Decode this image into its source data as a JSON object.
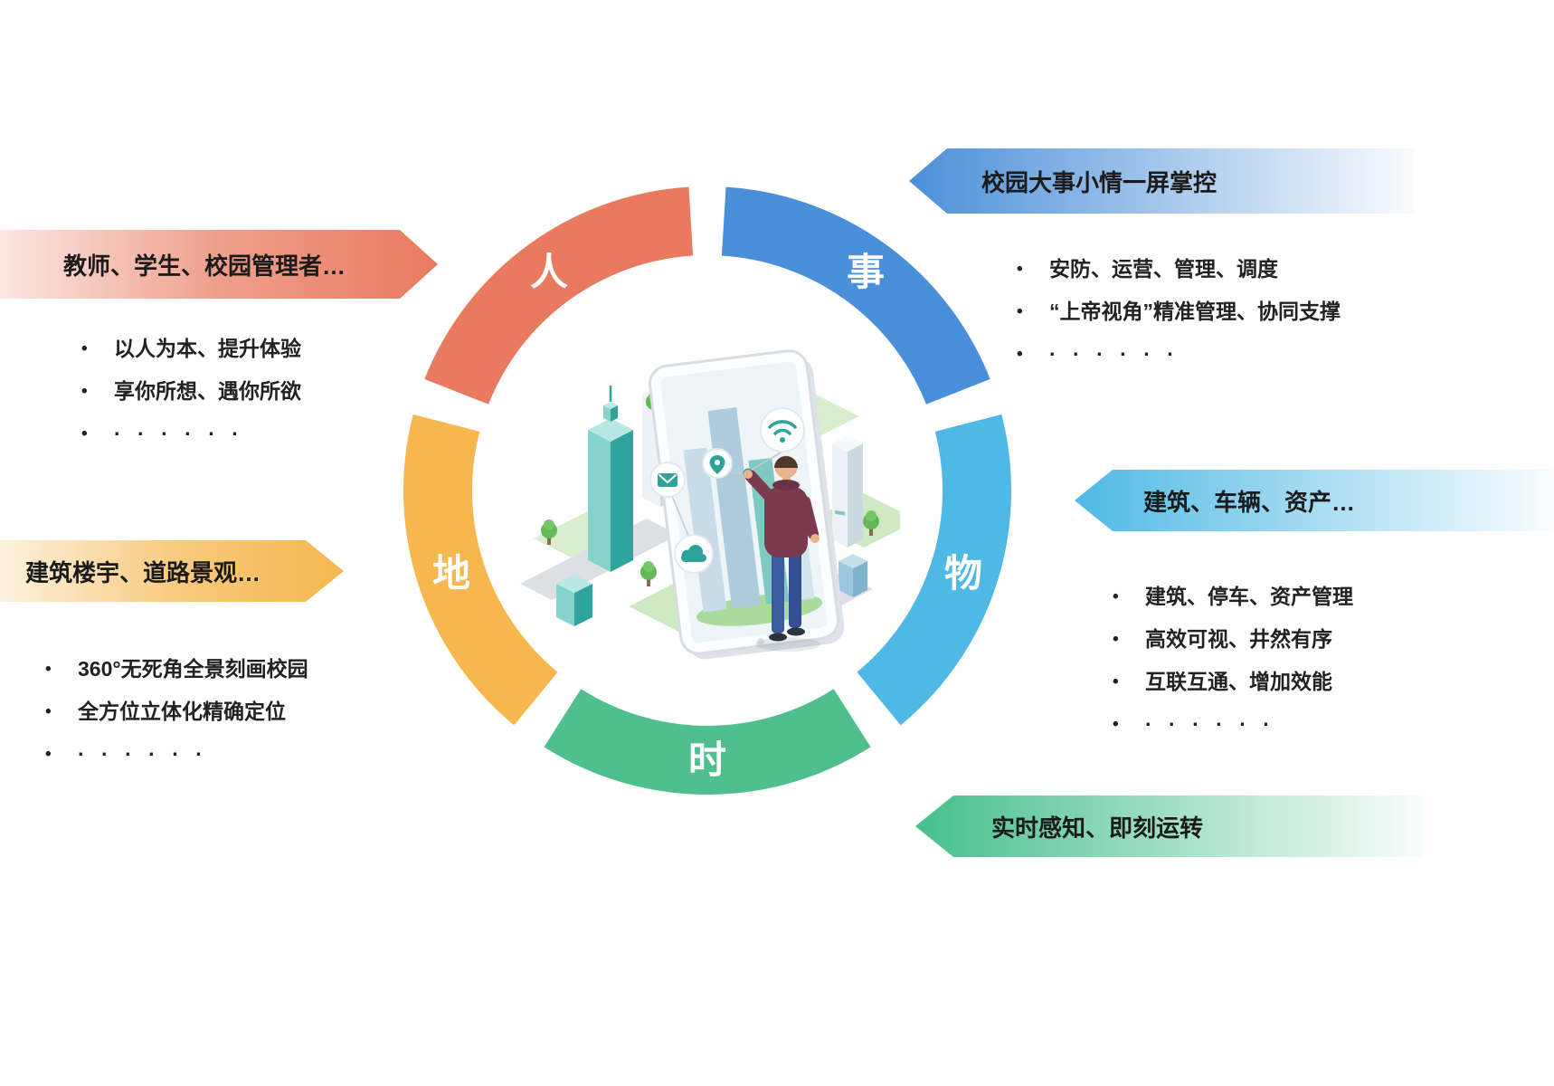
{
  "ring": {
    "segments": [
      {
        "id": "people",
        "label": "人",
        "color": "#E97A5F"
      },
      {
        "id": "affairs",
        "label": "事",
        "color": "#4A8FD9"
      },
      {
        "id": "objects",
        "label": "物",
        "color": "#4FB9E5"
      },
      {
        "id": "time",
        "label": "时",
        "color": "#4FC08D"
      },
      {
        "id": "place",
        "label": "地",
        "color": "#F6B74F"
      }
    ]
  },
  "callouts": {
    "people": {
      "banner": "教师、学生、校园管理者…",
      "color": "#E97A5F",
      "bullets": [
        "以人为本、提升体验",
        "享你所想、遇你所欲",
        "· · · · · ·"
      ]
    },
    "affairs": {
      "banner": "校园大事小情一屏掌控",
      "color": "#4A8FD9",
      "bullets": [
        "安防、运营、管理、调度",
        "“上帝视角”精准管理、协同支撑",
        "· · · · · ·"
      ]
    },
    "objects": {
      "banner": "建筑、车辆、资产…",
      "color": "#4FB9E5",
      "bullets": [
        "建筑、停车、资产管理",
        "高效可视、井然有序",
        "互联互通、增加效能",
        "· · · · · ·"
      ]
    },
    "place": {
      "banner": "建筑楼宇、道路景观…",
      "color": "#F6B74F",
      "bullets": [
        "360°无死角全景刻画校园",
        "全方位立体化精确定位",
        "· · · · · ·"
      ]
    },
    "time": {
      "banner": "实时感知、即刻运转",
      "color": "#45BF8B"
    }
  }
}
